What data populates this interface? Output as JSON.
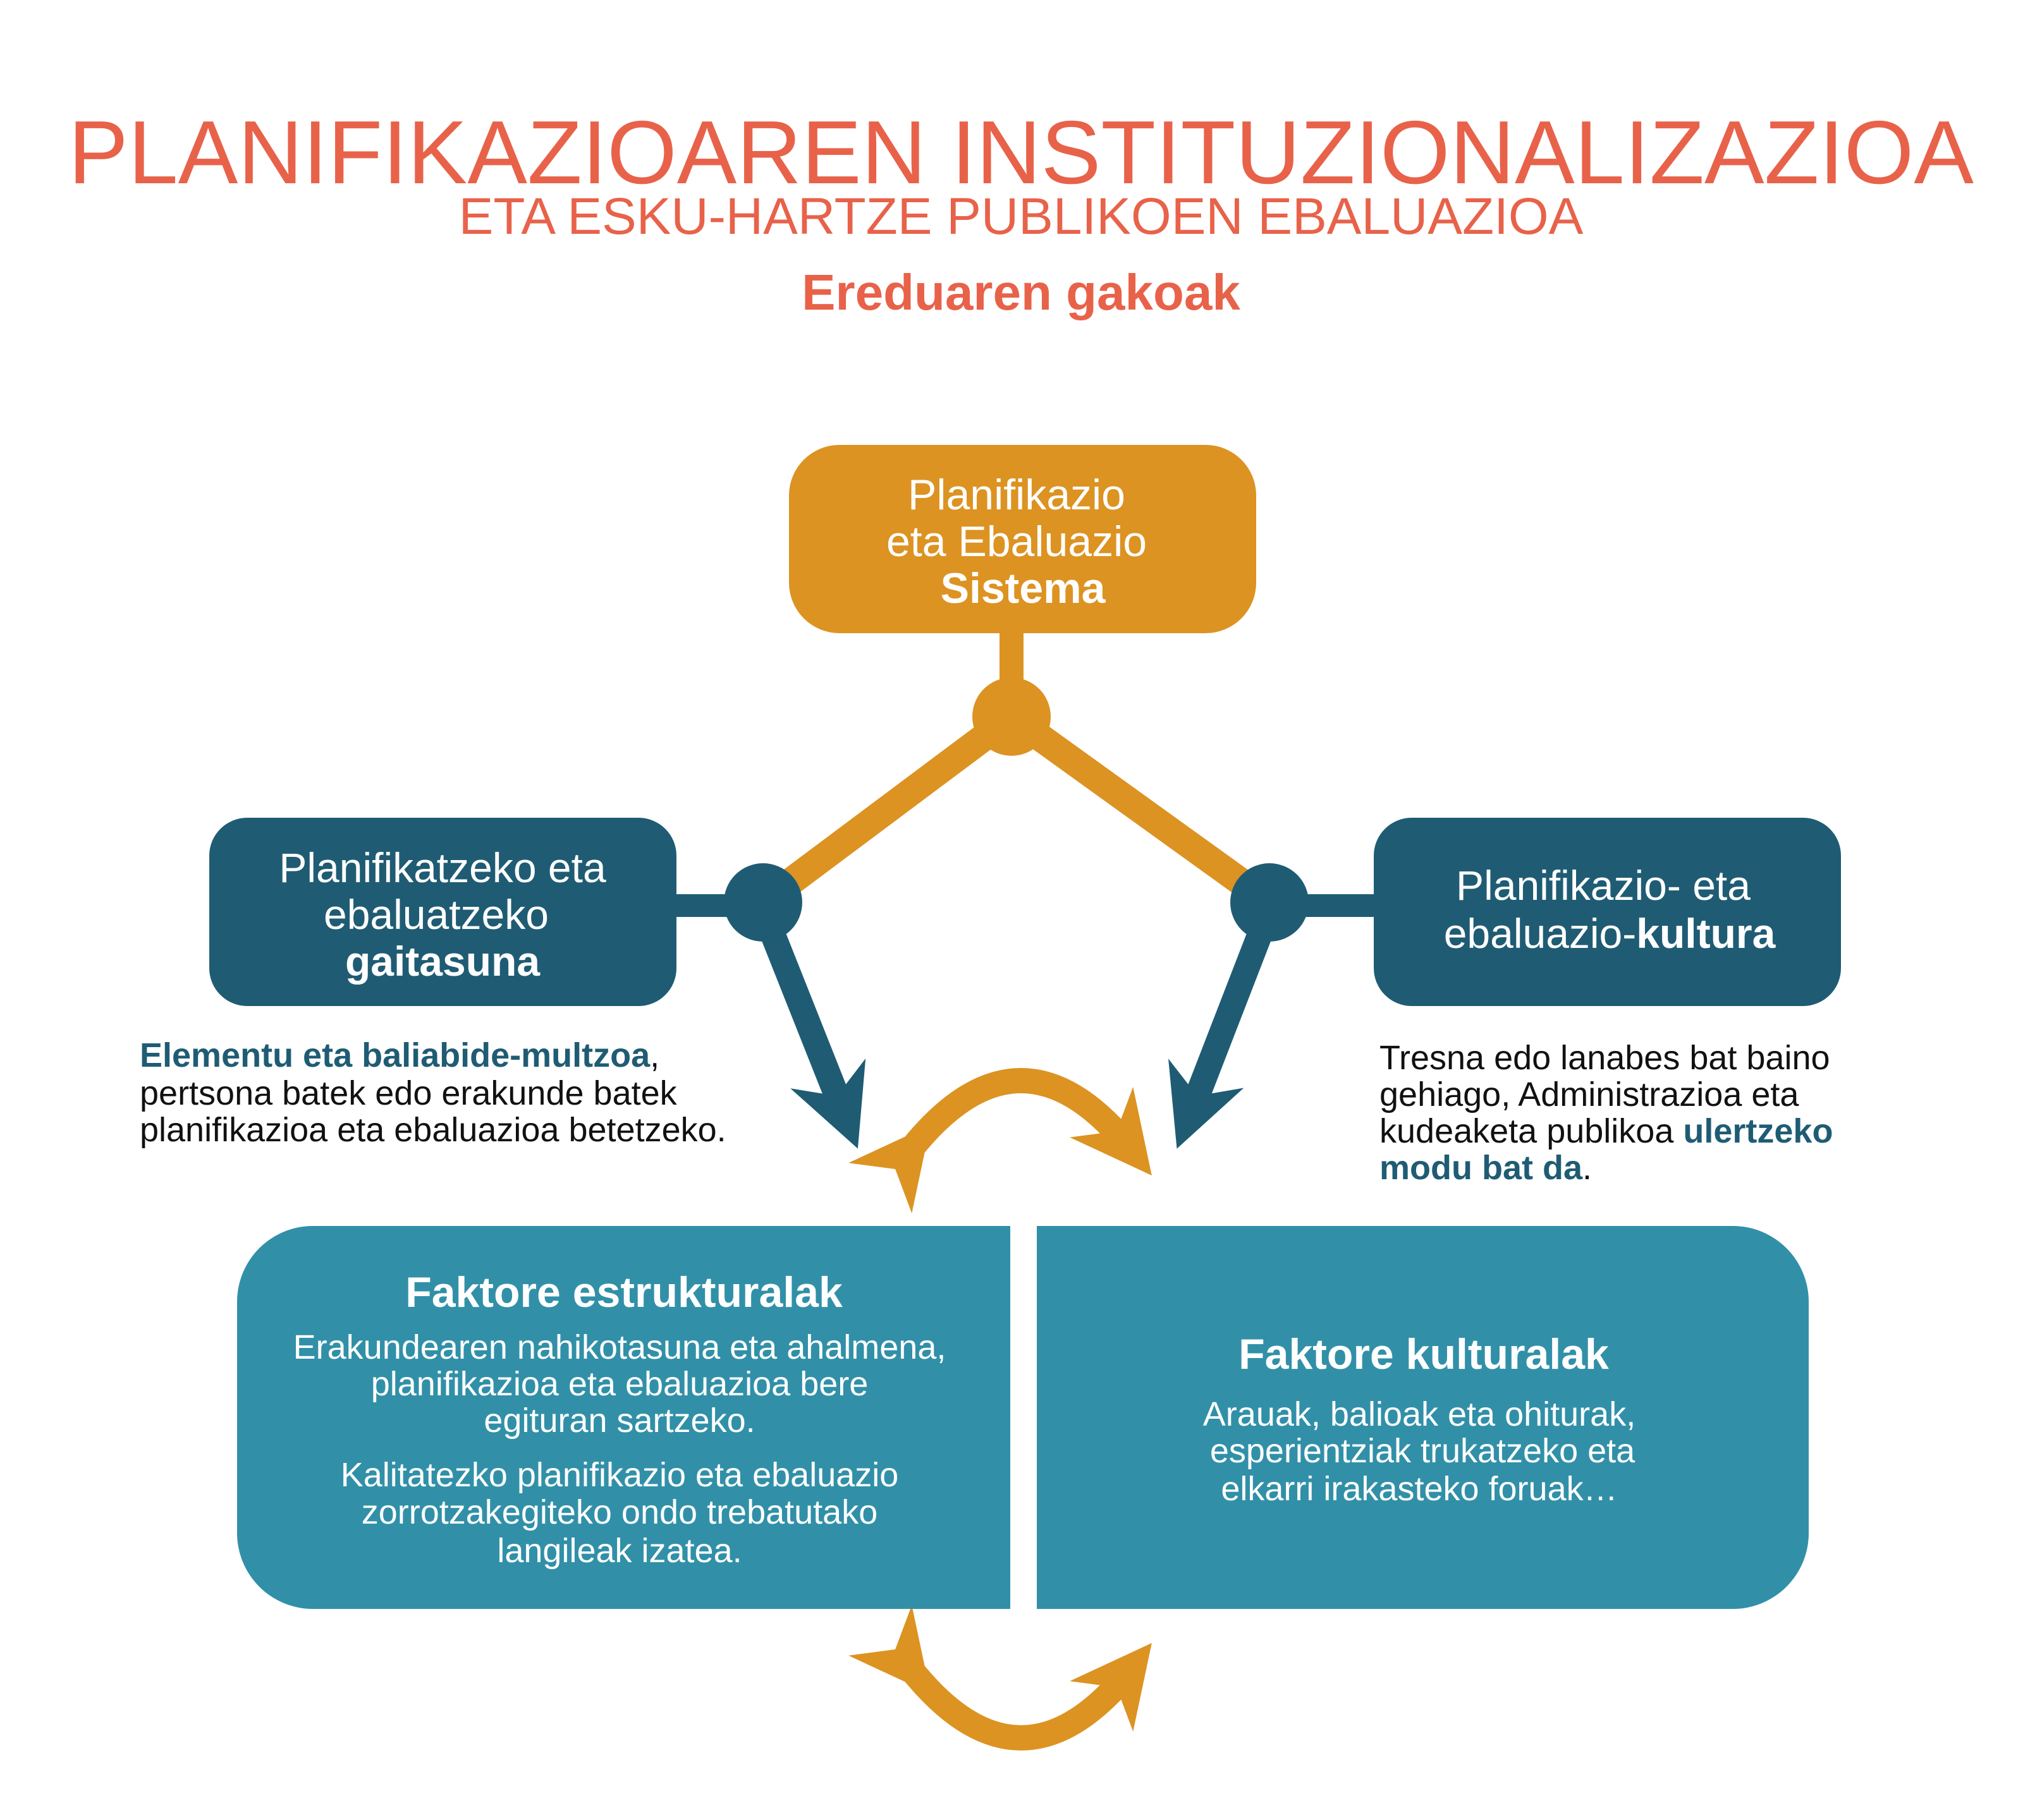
{
  "title": "PLANIFIKAZIOAREN INSTITUZIONALIZAZIOA",
  "subtitle": "ETA ESKU-HARTZE PUBLIKOEN EBALUAZIOA",
  "heading": "Ereduaren gakoak",
  "colors": {
    "title": "#E8624A",
    "orange": "#DC9322",
    "dark_blue": "#1F5C74",
    "teal": "#3190A8"
  },
  "top_box": {
    "line1": "Planifikazio",
    "line2": "eta Ebaluazio",
    "line3_bold": "Sistema"
  },
  "left_box": {
    "line1": "Planifikatzeko eta",
    "line2": "ebaluatzeko",
    "line3_bold": "gaitasuna"
  },
  "right_box": {
    "line1": "Planifikazio- eta",
    "line2_prefix": "ebaluazio-",
    "line2_bold": "kultura"
  },
  "left_desc": {
    "bold": "Elementu eta baliabide-multzoa",
    "after_bold": ",",
    "line2": "pertsona batek edo erakunde batek",
    "line3": "planifikazioa eta ebaluazioa betetzeko."
  },
  "right_desc": {
    "line1": "Tresna edo lanabes bat baino",
    "line2": "gehiago, Administrazioa eta",
    "line3_prefix": "kudeaketa publikoa ",
    "line3_bold": "ulertzeko",
    "line4_bold": "modu bat da",
    "line4_suffix": "."
  },
  "structural": {
    "heading": "Faktore estrukturalak",
    "lines": [
      "Erakundearen nahikotasuna eta ahalmena,",
      "planifikazioa eta ebaluazioa bere",
      "egituran sartzeko.",
      "Kalitatezko planifikazio eta ebaluazio",
      "zorrotzakegiteko ondo trebatutako",
      "langileak izatea."
    ]
  },
  "cultural": {
    "heading": "Faktore kulturalak",
    "lines": [
      "Arauak, balioak eta ohiturak,",
      "esperientziak trukatzeko eta",
      "elkarri irakasteko foruak…"
    ]
  }
}
